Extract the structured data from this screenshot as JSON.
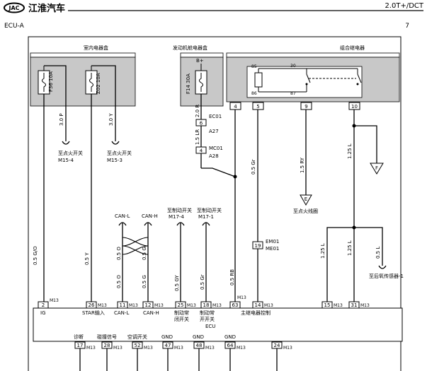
{
  "header": {
    "logo_text": "JAC",
    "brand": "江淮汽车",
    "model": "2.0T+/DCT",
    "system": "ECU-A",
    "page": "7"
  },
  "boxes": [
    {
      "id": "b1",
      "label": "室内电器盒"
    },
    {
      "id": "b2",
      "label": "发动机舱电器盒"
    },
    {
      "id": "b3",
      "label": "组合继电器"
    }
  ],
  "fuses": [
    {
      "id": "f36",
      "label": "F36 10A"
    },
    {
      "id": "z02",
      "label": "Z02 10A"
    },
    {
      "id": "f14",
      "label": "F14 30A"
    }
  ],
  "bplus": "B+",
  "relay": {
    "pins": [
      "85",
      "30",
      "86",
      "87"
    ],
    "connector_pins": [
      "4",
      "5",
      "9",
      "10"
    ]
  },
  "wires": {
    "f36_down": "0.5 G/O",
    "f36_branch": "3.0 P",
    "z02_down": "0.5 Y",
    "z02_branch": "3.0 Y",
    "f14_out": "2.0 R",
    "ec01_out": "1.5 LR",
    "to_ecu63": "0.5 RB",
    "to_ecu14": "0.5 Gr",
    "to_e": "1.5 RY",
    "r10_out": "1.25 L",
    "l15": "1.25 L",
    "l31": "1.25 L",
    "sensor": "0.5 L",
    "canl": "0.5 O",
    "canh": "0.5 G",
    "m25": "0.5 GY",
    "m18": "0.5 Gr"
  },
  "connectors": {
    "ec01": "EC01",
    "ec01_pin": "6",
    "a27": "A27",
    "mc01": "MC01",
    "mc01_pin": "4",
    "a28": "A28",
    "em01": "EM01",
    "me01": "ME01",
    "em01_pin": "19",
    "m13": "M13"
  },
  "destinations": {
    "m15_4_a": "至点火开关",
    "m15_4_b": "M15-4",
    "m15_3_a": "至点火开关",
    "m15_3_b": "M15-3",
    "e_label": "E",
    "e_dest": "至点火线圈",
    "f_label": "F",
    "sensor_dest": "至后氧传感器-1",
    "can_l": "CAN-L",
    "can_h": "CAN-H",
    "m17_4_a": "至制动开关",
    "m17_4_b": "M17-4",
    "m17_1_a": "至制动开关",
    "m17_1_b": "M17-1"
  },
  "ecu": {
    "name": "ECU",
    "top_pins": [
      "2",
      "26",
      "11",
      "12",
      "25",
      "18",
      "63",
      "14",
      "15",
      "31"
    ],
    "labels": {
      "ig": "IG",
      "star": "STAR输入",
      "canl": "CAN-L",
      "canh": "CAN-H",
      "brake_normally_closed_1": "制动常",
      "brake_normally_closed_2": "闭开关",
      "brake_normally_open_1": "制动常",
      "brake_normally_open_2": "开开关",
      "relay_ctrl": "主继电器控制"
    },
    "bottom_labels": [
      "诊断",
      "碰撞信号",
      "空调开关",
      "GND",
      "GND",
      "GND"
    ],
    "bottom_pins": [
      "17",
      "28",
      "52",
      "47",
      "48",
      "64",
      "24"
    ]
  }
}
